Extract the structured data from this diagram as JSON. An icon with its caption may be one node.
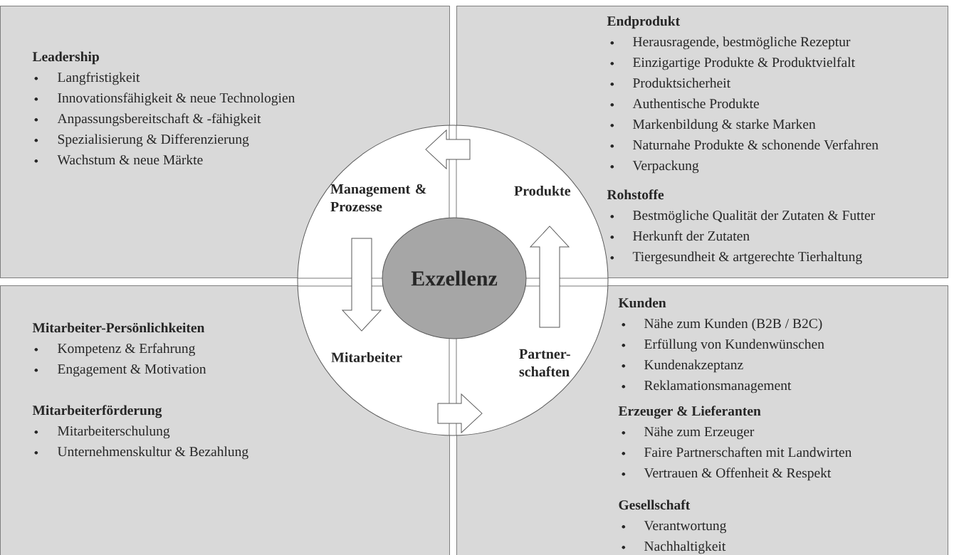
{
  "diagram": {
    "nodes": [
      {
        "text": [
          "Leadership",
          "Langfristigkeit",
          "Innovationsfähigkeit & neue Technologien",
          "Anpassungsbereitschaft & -fähigkeit",
          "Spezialisierung & Differenzierung",
          "Wachstum & neue Märkte"
        ]
      },
      {
        "text": [
          "Endprodukt",
          "Herausragende, bestmögliche Rezeptur",
          "Einzigartige Produkte & Produktvielfalt",
          "Produktsicherheit",
          "Authentische Produkte",
          "Markenbildung & starke Marken",
          "Naturnahe Produkte & schonende Verfahren",
          "Verpackung",
          "Rohstoffe",
          "Bestmögliche Qualität der Zutaten & Futter",
          "Herkunft der Zutaten",
          "Tiergesundheit & artgerechte Tierhaltung"
        ]
      },
      {
        "text": [
          "Mitarbeiter-Persönlichkeiten",
          "Kompetenz & Erfahrung",
          "Engagement & Motivation",
          "Mitarbeiterförderung",
          "Mitarbeiterschulung",
          "Unternehmenskultur & Bezahlung"
        ]
      },
      {
        "text": [
          "Kunden",
          "Nähe zum Kunden (B2B / B2C)",
          "Erfüllung von Kundenwünschen",
          "Kundenakzeptanz",
          "Reklamationsmanagement",
          "Erzeuger & Lieferanten",
          "Nähe zum Erzeuger",
          "Faire Partnerschaften mit Landwirten",
          "Vertrauen & Offenheit & Respekt",
          "Gesellschaft",
          "Verantwortung",
          "Nachhaltigkeit"
        ]
      },
      {
        "text": [],
        "shape": "circle"
      },
      {
        "text": [
          "Exzellenz"
        ],
        "in": 4
      },
      {
        "text": [
          "Management & Prozesse"
        ]
      },
      {
        "text": [
          "Produkte"
        ]
      },
      {
        "text": [
          "Mitarbeiter"
        ]
      },
      {
        "text": [
          "Partner- schaften"
        ]
      }
    ],
    "edges": [
      {
        "from": 7,
        "to": 6,
        "arrow": "to"
      },
      {
        "from": 6,
        "to": 8,
        "arrow": "to"
      },
      {
        "from": 8,
        "to": 9,
        "arrow": "to"
      },
      {
        "from": 9,
        "to": 7,
        "arrow": "to"
      }
    ]
  }
}
